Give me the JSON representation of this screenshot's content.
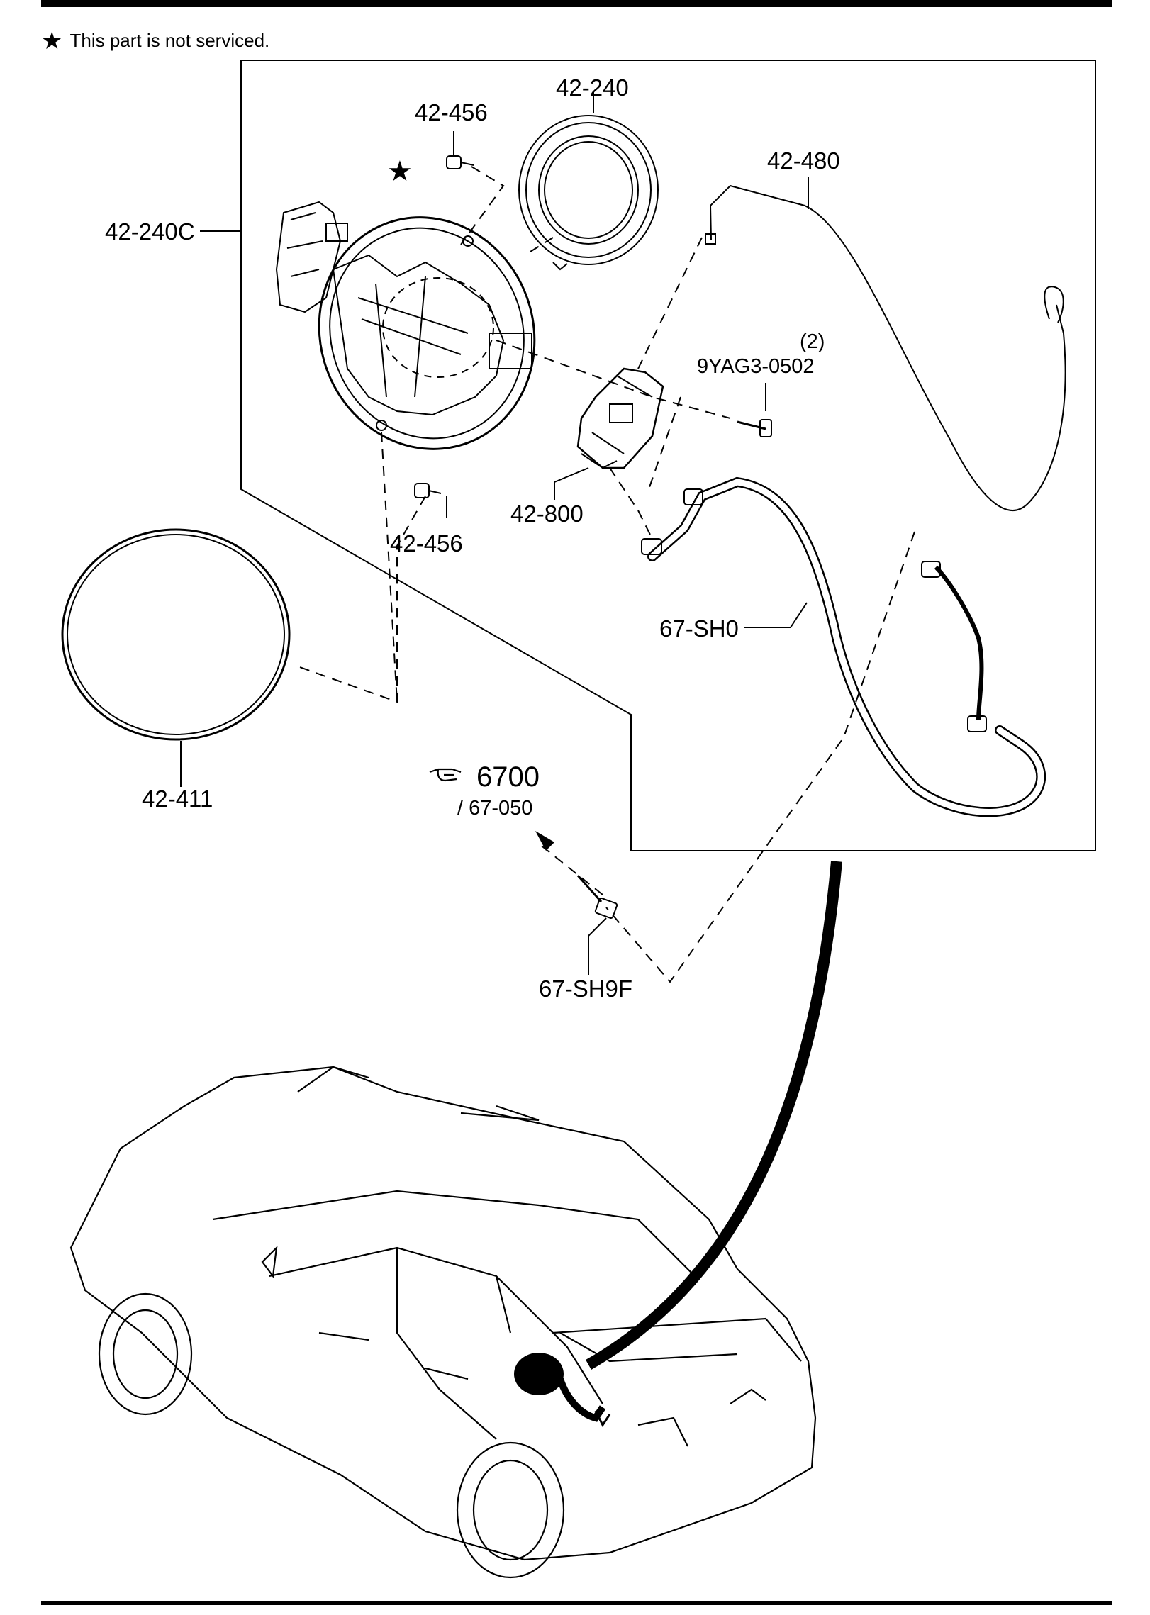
{
  "note": {
    "symbol": "★",
    "text": "This part is not serviced."
  },
  "labels": {
    "star": "★",
    "p42_240": "42-240",
    "p42_456_top": "42-456",
    "p42_480": "42-480",
    "p42_240C": "42-240C",
    "qty": "(2)",
    "p9YAG3": "9YAG3-0502",
    "p42_800": "42-800",
    "p42_456_bot": "42-456",
    "p67_SH0": "67-SH0",
    "p42_411": "42-411",
    "ref_6700": "6700",
    "ref_67_050": "/ 67-050",
    "p67_SH9F": "67-SH9F"
  },
  "colors": {
    "ink": "#000000",
    "paper": "#ffffff"
  },
  "icons": {
    "ref_pointer": "pointing-hand-icon",
    "not_serviced": "star-icon"
  }
}
